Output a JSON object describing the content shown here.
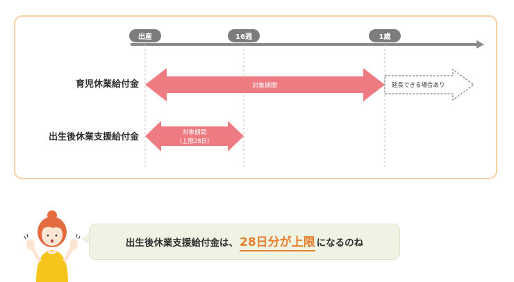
{
  "timeline": {
    "markers": [
      {
        "label": "出産"
      },
      {
        "label": "16週"
      },
      {
        "label": "1歳"
      }
    ]
  },
  "rows": {
    "ikuji": {
      "label": "育児休業給付金",
      "period_label": "対象期間",
      "extension_label": "延長できる場合あり"
    },
    "shussei": {
      "label": "出生後休業支援給付金",
      "period_label_line1": "対象期間",
      "period_label_line2": "（上限28日）"
    }
  },
  "speech": {
    "text_before": "出生後休業支援給付金は、",
    "highlight": "28日分が上限",
    "text_after": "になるのね"
  },
  "colors": {
    "arrow_fill": "#ef7b82",
    "timeline": "#8a8a8a",
    "marker_badge": "#7c7c7c",
    "highlight": "#e87d2b",
    "panel_border": "#f6cfa0",
    "bubble_bg": "#eef3e4"
  }
}
